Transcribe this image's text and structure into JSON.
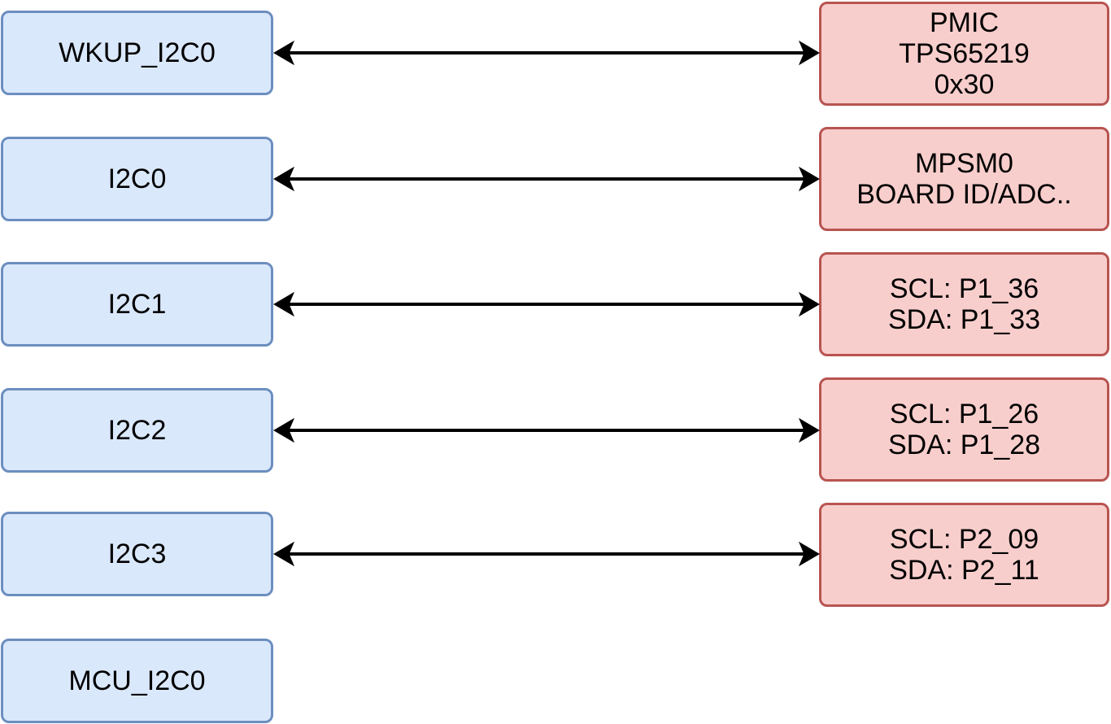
{
  "colors": {
    "controller_fill": "#dae8fc",
    "controller_stroke": "#6c8ebf",
    "peripheral_fill": "#f8cecc",
    "peripheral_stroke": "#b85450",
    "arrow": "#000000"
  },
  "rows": [
    {
      "controller": "WKUP_I2C0",
      "peripheral_lines": [
        "PMIC",
        "TPS65219",
        "0x30"
      ],
      "connected": true
    },
    {
      "controller": "I2C0",
      "peripheral_lines": [
        "MPSM0",
        "BOARD ID/ADC.."
      ],
      "connected": true
    },
    {
      "controller": "I2C1",
      "peripheral_lines": [
        "SCL: P1_36",
        "SDA: P1_33"
      ],
      "connected": true
    },
    {
      "controller": "I2C2",
      "peripheral_lines": [
        "SCL: P1_26",
        "SDA: P1_28"
      ],
      "connected": true
    },
    {
      "controller": "I2C3",
      "peripheral_lines": [
        "SCL: P2_09",
        "SDA: P2_11"
      ],
      "connected": true
    },
    {
      "controller": "MCU_I2C0",
      "peripheral_lines": null,
      "connected": false
    }
  ]
}
